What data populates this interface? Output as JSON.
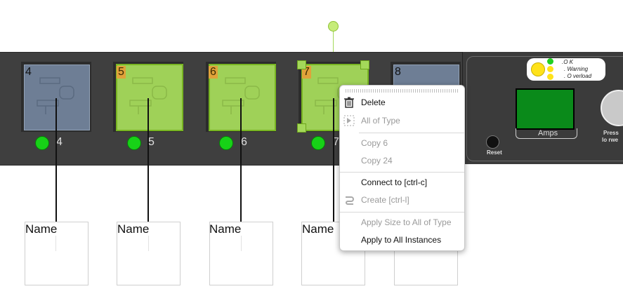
{
  "outlets": [
    {
      "num": "4",
      "led_label": "4",
      "state": "blue",
      "name_label": "Name"
    },
    {
      "num": "5",
      "led_label": "5",
      "state": "green",
      "name_label": "Name"
    },
    {
      "num": "6",
      "led_label": "6",
      "state": "green",
      "name_label": "Name"
    },
    {
      "num": "7",
      "led_label": "7",
      "state": "green-selected",
      "name_label": "Name"
    },
    {
      "num": "8",
      "led_label": "",
      "state": "blue-partial",
      "name_label": ""
    }
  ],
  "meter": {
    "legend": [
      ".O K",
      ". Warning",
      ". O verload"
    ],
    "amps_label": "Amps",
    "reset_label": "Reset",
    "press_label_1": "Press",
    "press_label_2": "lo rwe"
  },
  "context_menu": {
    "items": [
      {
        "label": "Delete",
        "icon": "trash-icon",
        "enabled": true
      },
      {
        "label": "All of Type",
        "icon": "select-type-icon",
        "enabled": false
      },
      {
        "label": "Copy 6",
        "icon": "",
        "enabled": false
      },
      {
        "label": "Copy 24",
        "icon": "",
        "enabled": false
      },
      {
        "label": "Connect to [ctrl-c]",
        "icon": "",
        "enabled": true
      },
      {
        "label": "Create [ctrl-l]",
        "icon": "link-icon",
        "enabled": false
      },
      {
        "label": "Apply Size to All of Type",
        "icon": "",
        "enabled": false
      },
      {
        "label": "Apply to All Instances",
        "icon": "",
        "enabled": true
      }
    ]
  },
  "colors": {
    "outlet_blue": "#6e7e95",
    "outlet_green": "#a4d85a",
    "led_green": "#17d217",
    "panel": "#3f3f3f",
    "accent_tag": "#e0a23a"
  }
}
